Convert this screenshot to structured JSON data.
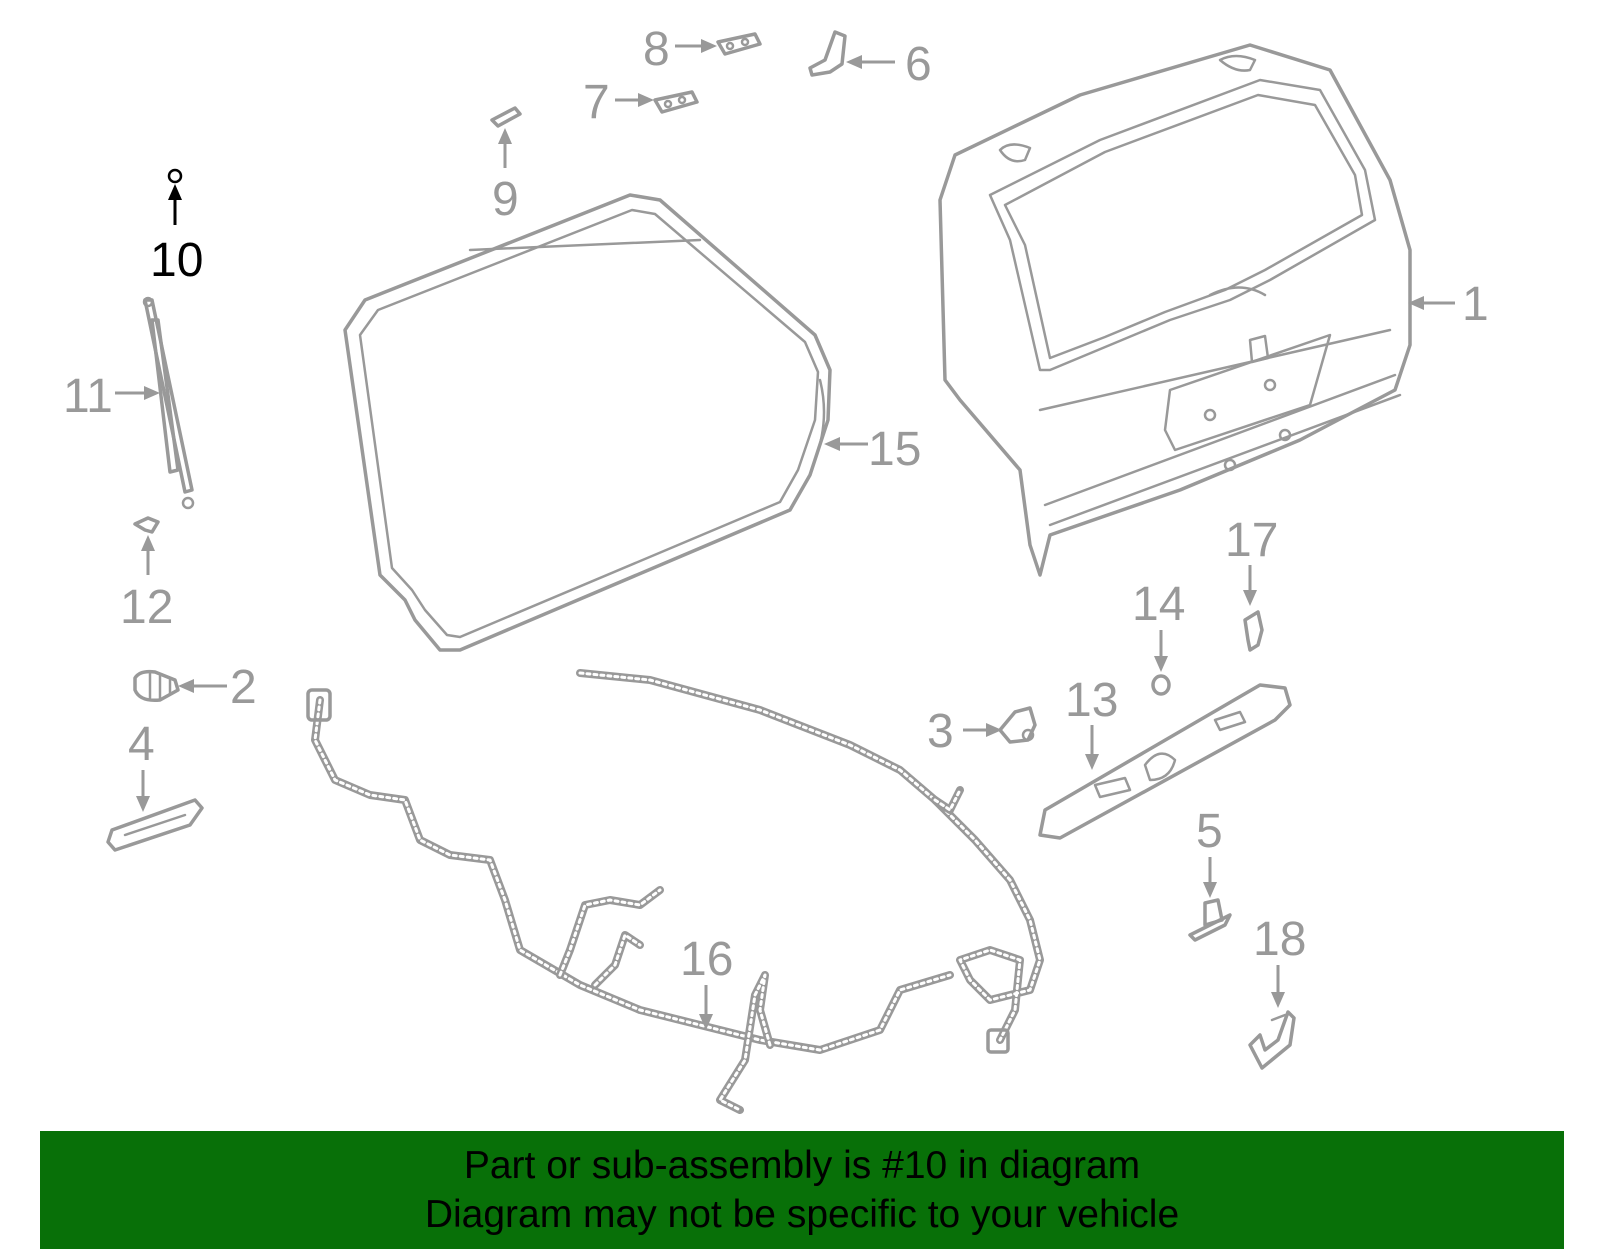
{
  "callouts": {
    "c1": "1",
    "c2": "2",
    "c3": "3",
    "c4": "4",
    "c5": "5",
    "c6": "6",
    "c7": "7",
    "c8": "8",
    "c9": "9",
    "c10": "10",
    "c11": "11",
    "c12": "12",
    "c13": "13",
    "c14": "14",
    "c15": "15",
    "c16": "16",
    "c17": "17",
    "c18": "18"
  },
  "highlighted_part": "10",
  "banner": {
    "line1": "Part or sub-assembly is #10 in diagram",
    "line2": "Diagram may not be specific to your vehicle"
  },
  "colors": {
    "parts": "#999999",
    "highlight": "#000000",
    "banner_bg": "#087008",
    "banner_text": "#000000"
  }
}
